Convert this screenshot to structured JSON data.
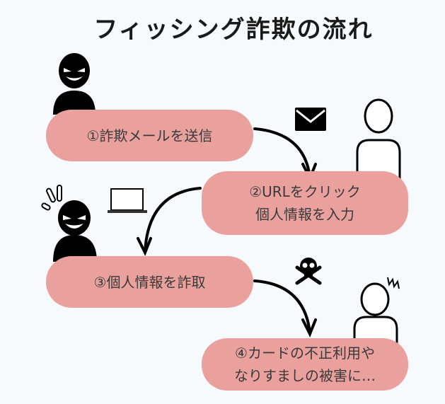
{
  "title": "フィッシング詐欺の流れ",
  "colors": {
    "box": "#eaa19e",
    "background": "#f6fafc",
    "ink": "#000000"
  },
  "steps": [
    {
      "line1": "①詐欺メールを送信"
    },
    {
      "line1": "②URLをクリック",
      "line2": "個人情報を入力"
    },
    {
      "line1": "③個人情報を詐取"
    },
    {
      "line1": "④カードの不正利用や",
      "line2": "なりすましの被害に…"
    }
  ],
  "icons": [
    "villain-icon",
    "mail-icon",
    "person-icon",
    "laptop-icon",
    "villain-alert-icon",
    "skull-crossbones-icon",
    "person-shocked-icon"
  ]
}
